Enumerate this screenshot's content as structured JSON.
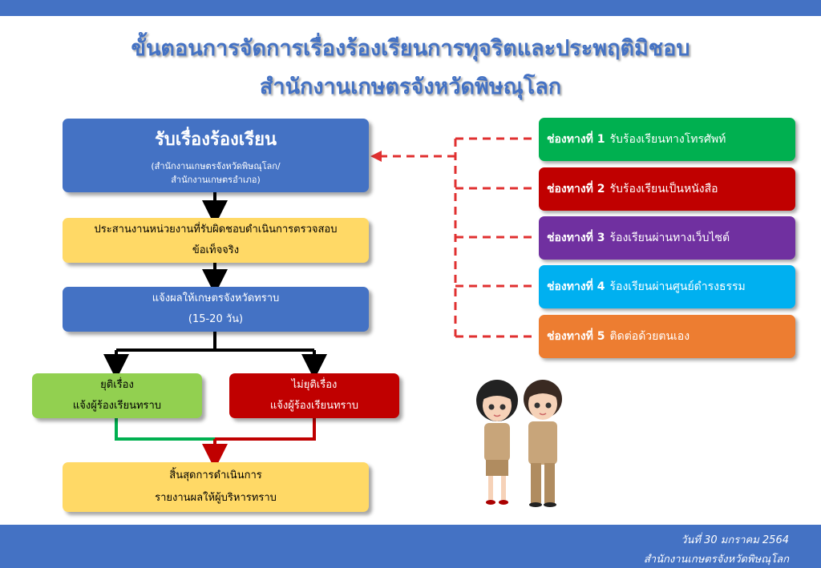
{
  "title": {
    "line1": "ขั้นตอนการจัดการเรื่องร้องเรียนการทุจริตและประพฤติมิชอบ",
    "line2": "สำนักงานเกษตรจังหวัดพิษณุโลก"
  },
  "flow": {
    "receive": {
      "heading": "รับเรื่องร้องเรียน",
      "sub1": "(สำนักงานเกษตรจังหวัดพิษณุโลก/",
      "sub2": "สำนักงานเกษตรอำเภอ)"
    },
    "coordinate": {
      "line1": "ประสานงานหน่วยงานที่รับผิดชอบดำเนินการตรวจสอบ",
      "line2": "ข้อเท็จจริง"
    },
    "notify": {
      "line1": "แจ้งผลให้เกษตรจังหวัดทราบ",
      "line2": "(15-20 วัน)"
    },
    "end_case": {
      "line1": "ยุติเรื่อง",
      "line2": "แจ้งผู้ร้องเรียนทราบ"
    },
    "not_end_case": {
      "line1": "ไม่ยุติเรื่อง",
      "line2": "แจ้งผู้ร้องเรียนทราบ"
    },
    "finish": {
      "line1": "สิ้นสุดการดำเนินการ",
      "line2": "รายงานผลให้ผู้บริหารทราบ"
    }
  },
  "channels": [
    {
      "prefix": "ช่องทางที่ 1",
      "text": "รับร้องเรียนทางโทรศัพท์",
      "color": "#00b050"
    },
    {
      "prefix": "ช่องทางที่ 2",
      "text": "รับร้องเรียนเป็นหนังสือ",
      "color": "#c00000"
    },
    {
      "prefix": "ช่องทางที่ 3",
      "text": "ร้องเรียนผ่านทางเว็บไซต์",
      "color": "#7030a0"
    },
    {
      "prefix": "ช่องทางที่ 4",
      "text": "ร้องเรียนผ่านศูนย์ดำรงธรรม",
      "color": "#00b0f0"
    },
    {
      "prefix": "ช่องทางที่ 5",
      "text": "ติดต่อด้วยตนเอง",
      "color": "#ed7d31"
    }
  ],
  "footer": {
    "date": "วันที่ 30 มกราคม 2564",
    "org": "สำนักงานเกษตรจังหวัดพิษณุโลก"
  },
  "colors": {
    "header_bar": "#4472c4",
    "dashed_line": "#e03030",
    "green_line": "#00b050",
    "red_line": "#c00000"
  }
}
